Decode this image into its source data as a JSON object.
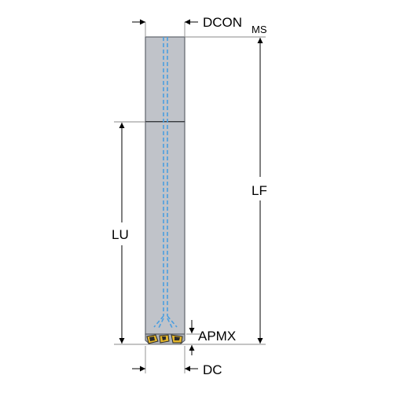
{
  "labels": {
    "dcon": "DCON",
    "dcon_sub": "MS",
    "lf": "LF",
    "lu": "LU",
    "apmx": "APMX",
    "dc": "DC"
  },
  "colors": {
    "body": "#c0c3c9",
    "body_edge": "#5f636b",
    "coolant": "#4b9fe0",
    "insert": "#e3b52a",
    "insert_dark": "#2a2a2a",
    "line": "#000000",
    "extension": "#9a9a9a"
  }
}
